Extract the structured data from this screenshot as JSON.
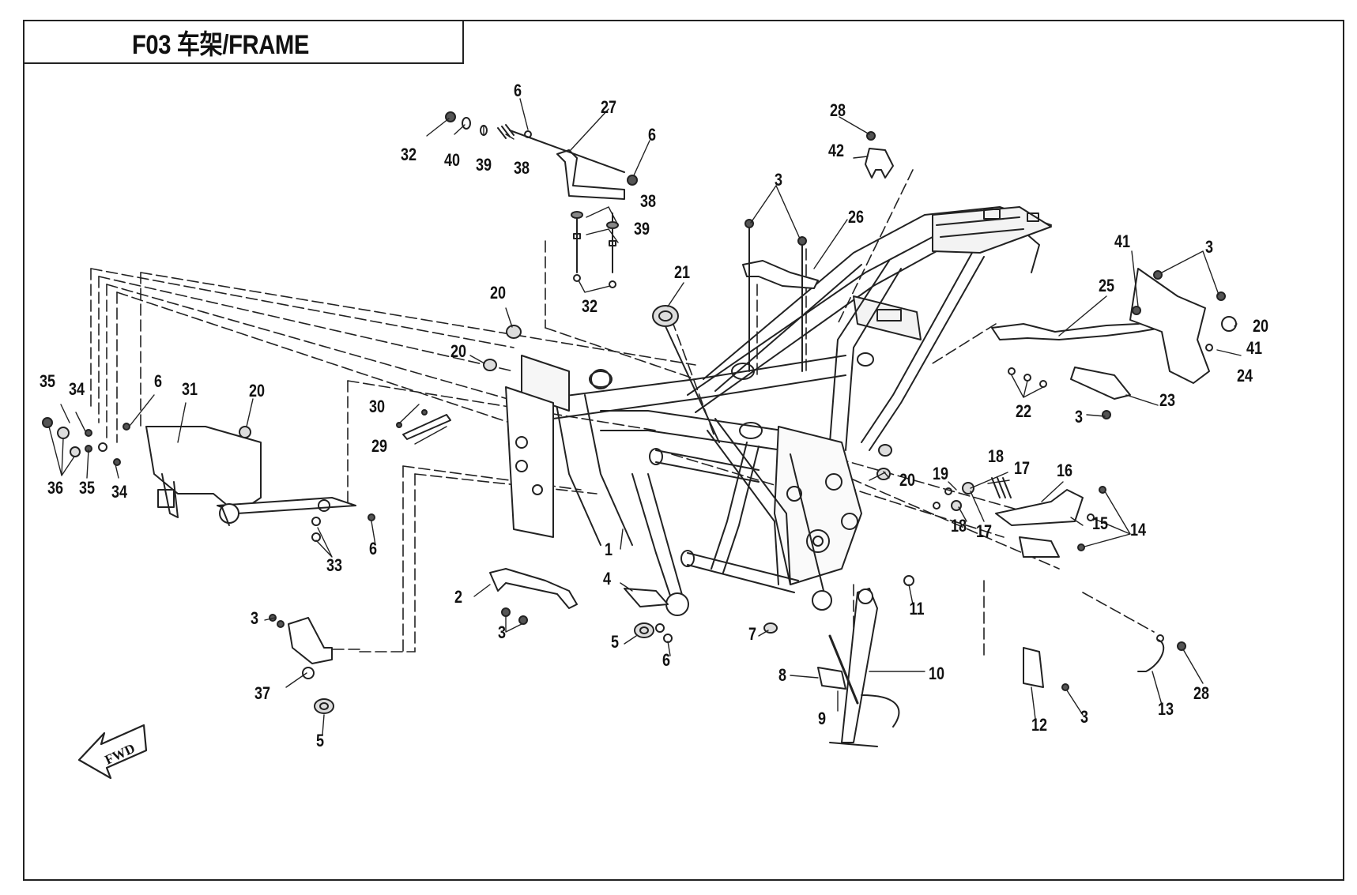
{
  "title": "F03 车架/FRAME",
  "fwd_label": "FWD",
  "callouts": [
    {
      "id": "c1",
      "text": "1"
    },
    {
      "id": "c2",
      "text": "2"
    },
    {
      "id": "c3a",
      "text": "3"
    },
    {
      "id": "c3b",
      "text": "3"
    },
    {
      "id": "c3c",
      "text": "3"
    },
    {
      "id": "c3d",
      "text": "3"
    },
    {
      "id": "c3e",
      "text": "3"
    },
    {
      "id": "c3f",
      "text": "3"
    },
    {
      "id": "c4",
      "text": "4"
    },
    {
      "id": "c5a",
      "text": "5"
    },
    {
      "id": "c5b",
      "text": "5"
    },
    {
      "id": "c6a",
      "text": "6"
    },
    {
      "id": "c6b",
      "text": "6"
    },
    {
      "id": "c6c",
      "text": "6"
    },
    {
      "id": "c6d",
      "text": "6"
    },
    {
      "id": "c6e",
      "text": "6"
    },
    {
      "id": "c7",
      "text": "7"
    },
    {
      "id": "c8",
      "text": "8"
    },
    {
      "id": "c9",
      "text": "9"
    },
    {
      "id": "c10",
      "text": "10"
    },
    {
      "id": "c11",
      "text": "11"
    },
    {
      "id": "c12",
      "text": "12"
    },
    {
      "id": "c13",
      "text": "13"
    },
    {
      "id": "c14",
      "text": "14"
    },
    {
      "id": "c15",
      "text": "15"
    },
    {
      "id": "c16",
      "text": "16"
    },
    {
      "id": "c17a",
      "text": "17"
    },
    {
      "id": "c17b",
      "text": "17"
    },
    {
      "id": "c18a",
      "text": "18"
    },
    {
      "id": "c18b",
      "text": "18"
    },
    {
      "id": "c19",
      "text": "19"
    },
    {
      "id": "c20a",
      "text": "20"
    },
    {
      "id": "c20b",
      "text": "20"
    },
    {
      "id": "c20c",
      "text": "20"
    },
    {
      "id": "c20d",
      "text": "20"
    },
    {
      "id": "c20e",
      "text": "20"
    },
    {
      "id": "c21",
      "text": "21"
    },
    {
      "id": "c22",
      "text": "22"
    },
    {
      "id": "c23",
      "text": "23"
    },
    {
      "id": "c24",
      "text": "24"
    },
    {
      "id": "c25",
      "text": "25"
    },
    {
      "id": "c26",
      "text": "26"
    },
    {
      "id": "c27",
      "text": "27"
    },
    {
      "id": "c28a",
      "text": "28"
    },
    {
      "id": "c28b",
      "text": "28"
    },
    {
      "id": "c29",
      "text": "29"
    },
    {
      "id": "c30",
      "text": "30"
    },
    {
      "id": "c31",
      "text": "31"
    },
    {
      "id": "c32a",
      "text": "32"
    },
    {
      "id": "c32b",
      "text": "32"
    },
    {
      "id": "c33",
      "text": "33"
    },
    {
      "id": "c34a",
      "text": "34"
    },
    {
      "id": "c34b",
      "text": "34"
    },
    {
      "id": "c35a",
      "text": "35"
    },
    {
      "id": "c35b",
      "text": "35"
    },
    {
      "id": "c36",
      "text": "36"
    },
    {
      "id": "c37",
      "text": "37"
    },
    {
      "id": "c38a",
      "text": "38"
    },
    {
      "id": "c38b",
      "text": "38"
    },
    {
      "id": "c39a",
      "text": "39"
    },
    {
      "id": "c39b",
      "text": "39"
    },
    {
      "id": "c40",
      "text": "40"
    },
    {
      "id": "c41a",
      "text": "41"
    },
    {
      "id": "c41b",
      "text": "41"
    },
    {
      "id": "c42",
      "text": "42"
    }
  ]
}
